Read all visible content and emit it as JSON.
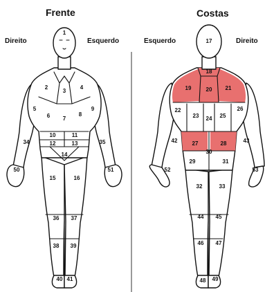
{
  "views": {
    "front": {
      "title": "Frente",
      "left_label": "Direito",
      "right_label": "Esquerdo"
    },
    "back": {
      "title": "Costas",
      "left_label": "Esquerdo",
      "right_label": "Direito"
    }
  },
  "highlight_color": "#e8706f",
  "regions": {
    "front": [
      "1",
      "2",
      "3",
      "4",
      "5",
      "6",
      "7",
      "8",
      "9",
      "10",
      "11",
      "12",
      "13",
      "14",
      "15",
      "16",
      "34",
      "35",
      "36",
      "37",
      "38",
      "39",
      "40",
      "41",
      "50",
      "51"
    ],
    "back": [
      "17",
      "18",
      "19",
      "20",
      "21",
      "22",
      "23",
      "24",
      "25",
      "26",
      "27",
      "28",
      "29",
      "30",
      "31",
      "32",
      "33",
      "42",
      "43",
      "44",
      "45",
      "46",
      "47",
      "48",
      "49",
      "52",
      "53"
    ]
  },
  "highlighted_regions": [
    "18",
    "19",
    "20",
    "21",
    "27",
    "28"
  ]
}
